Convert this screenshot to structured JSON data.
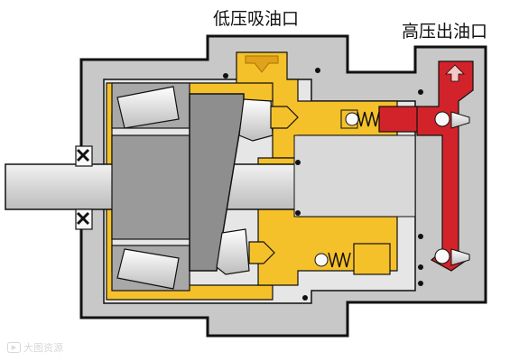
{
  "labels": {
    "low_pressure_inlet": "低压吸油口",
    "high_pressure_outlet": "高压出油口"
  },
  "watermark": {
    "logo_icon": "play-badge-icon",
    "text": "大图资源"
  },
  "colors": {
    "housing": "#c8c8c8",
    "housing_dark": "#9a9a9a",
    "low_pressure_oil": "#f5c12b",
    "high_pressure_oil": "#d2232a",
    "inner_body": "#e6e6e6",
    "outline": "#111111"
  }
}
